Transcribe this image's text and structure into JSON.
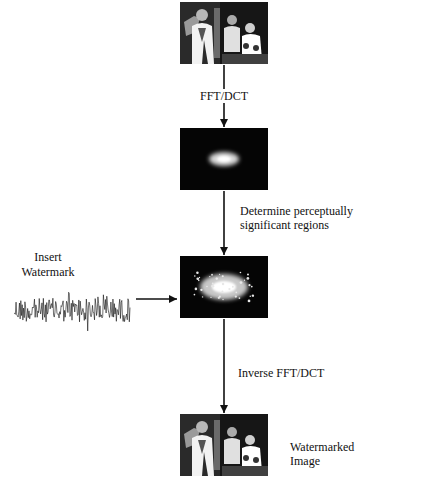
{
  "diagram": {
    "nodes": [
      {
        "text": []
      },
      {
        "text": []
      },
      {
        "text": [
          "Insert Watermark"
        ]
      },
      {
        "text": []
      },
      {
        "text": [
          "Watermarked Image"
        ]
      }
    ],
    "edges": [
      {
        "from": 0,
        "to": 1,
        "arrow": "to",
        "label": "FFT/DCT"
      },
      {
        "from": 1,
        "to": 3,
        "arrow": "to",
        "label": "Determine perceptually significant regions"
      },
      {
        "from": 2,
        "to": 3,
        "arrow": "to"
      },
      {
        "from": 3,
        "to": 4,
        "arrow": "to",
        "label": "Inverse FFT/DCT"
      }
    ]
  }
}
